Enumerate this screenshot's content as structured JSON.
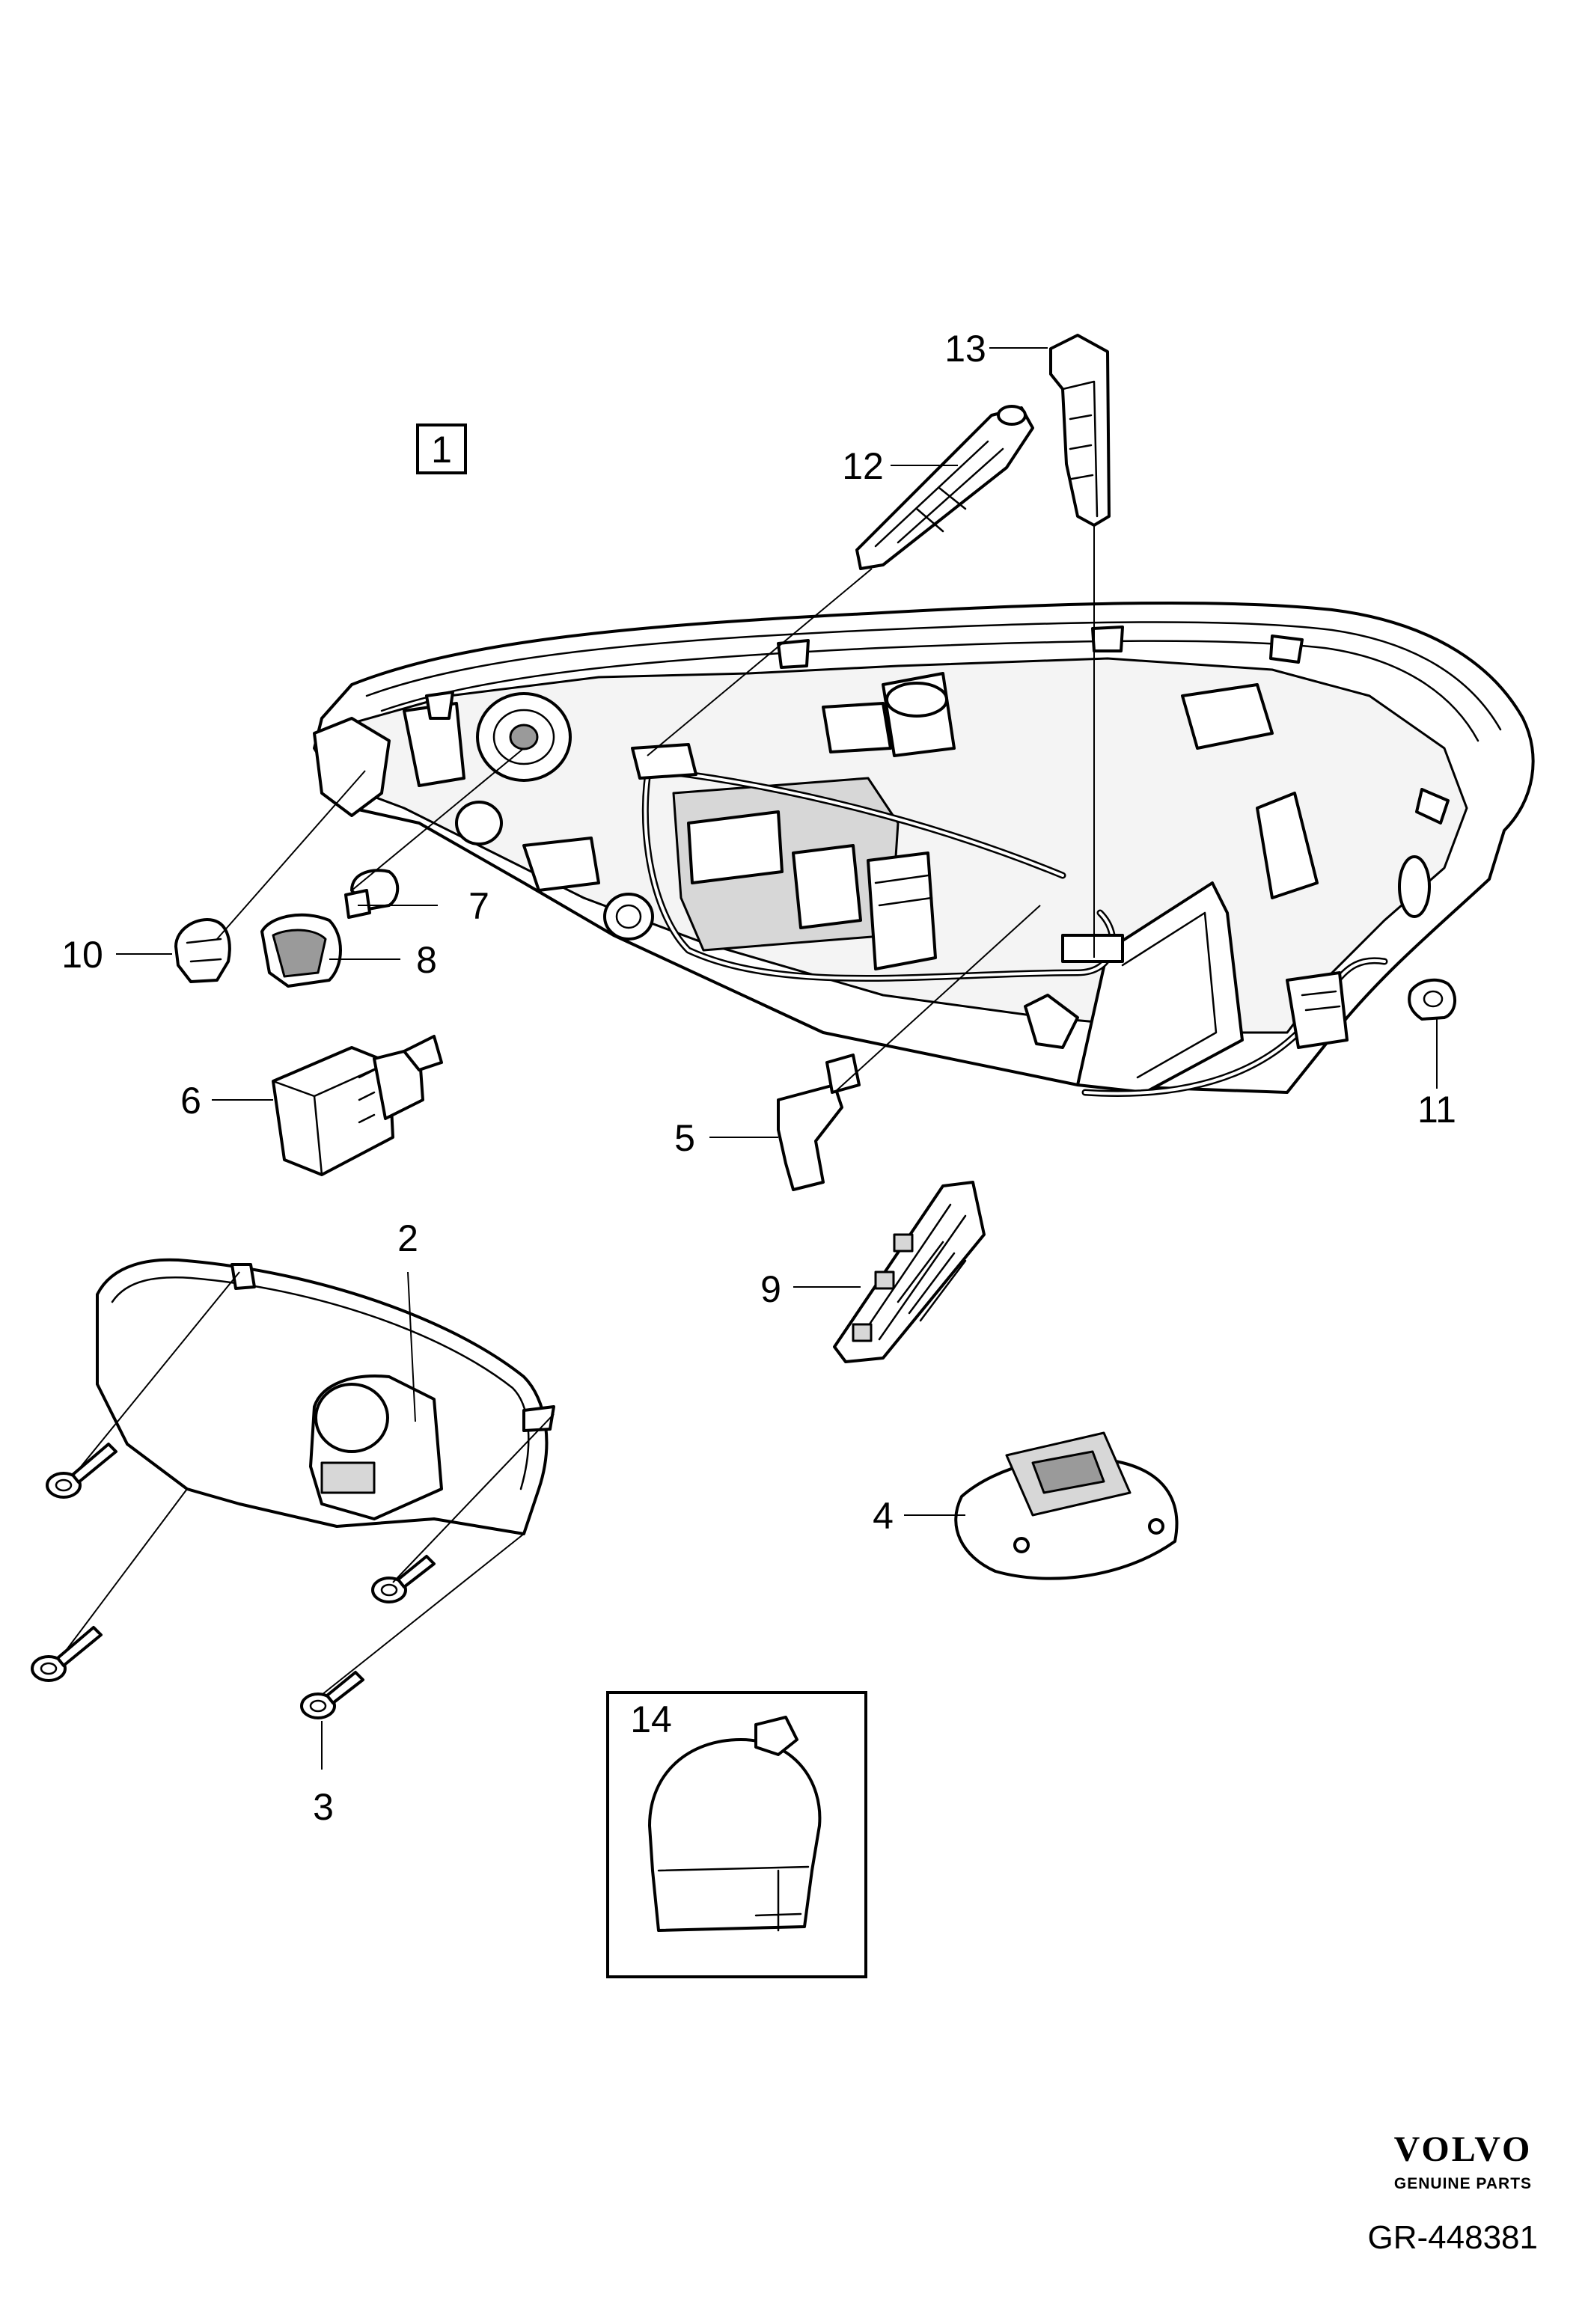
{
  "assembly_box_label": "1",
  "callouts": [
    "2",
    "3",
    "4",
    "5",
    "6",
    "7",
    "8",
    "9",
    "10",
    "11",
    "12",
    "13",
    "14"
  ],
  "brand": {
    "name": "VOLVO",
    "tagline": "GENUINE PARTS"
  },
  "reference": "GR-448381"
}
